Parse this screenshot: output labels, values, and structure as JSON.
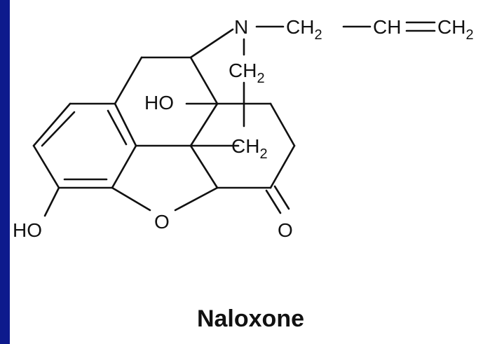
{
  "colors": {
    "slide_background": "#1426b0",
    "panel": "#ffffff",
    "ink": "#111111"
  },
  "molecule": {
    "name": "Naloxone",
    "atom_labels": {
      "n": "N",
      "ch2_a": "CH2",
      "ch": "CH",
      "ch2_end": "CH2",
      "ch2_b": "CH2",
      "ho_mid": "HO",
      "ch2_c": "CH2",
      "ho_left": "HO",
      "o_ring": "O",
      "o_ketone": "O"
    }
  }
}
